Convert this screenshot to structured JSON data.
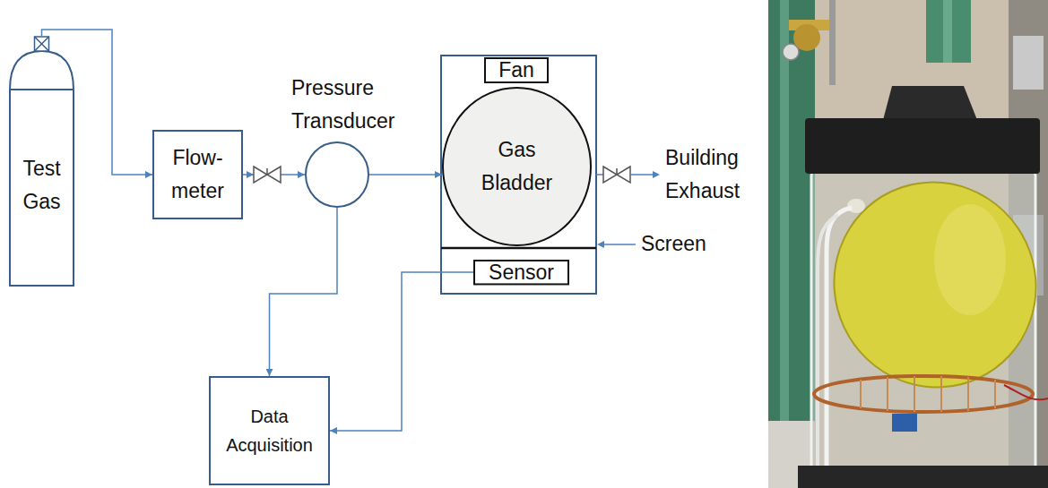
{
  "diagram": {
    "nodes": [
      {
        "text": [
          "Test Gas"
        ]
      },
      {
        "text": [
          "Flow- meter"
        ]
      },
      {
        "text": [
          "Pressure Transducer"
        ]
      },
      {
        "text": [
          "Fan"
        ]
      },
      {
        "text": [
          "Gas Bladder"
        ]
      },
      {
        "text": [
          "Sensor"
        ]
      },
      {
        "text": [
          "Data Acquisition"
        ]
      }
    ],
    "edges": [
      {
        "from": 0,
        "to": 1,
        "arrow": "to"
      },
      {
        "from": 1,
        "to": 2,
        "arrow": "to"
      },
      {
        "from": 2,
        "to": 4,
        "arrow": "to"
      },
      {
        "from": 2,
        "to": 6,
        "arrow": "to"
      },
      {
        "from": 5,
        "to": 6,
        "arrow": "to"
      }
    ],
    "labels": [
      "Building Exhaust",
      "Screen"
    ]
  }
}
